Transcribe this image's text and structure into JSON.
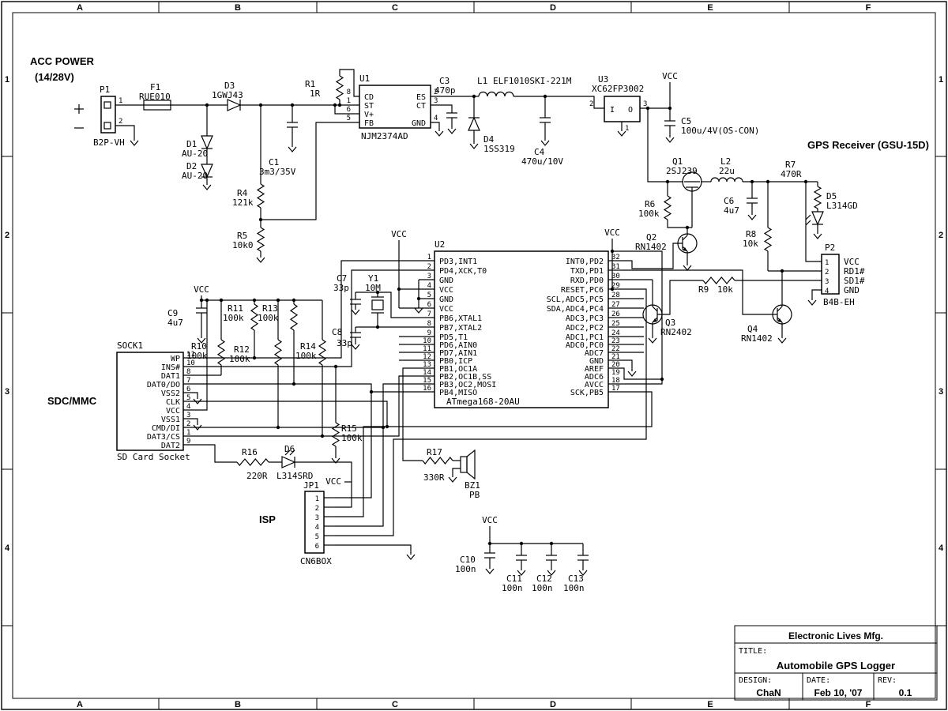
{
  "frame": {
    "cols": [
      "A",
      "B",
      "C",
      "D",
      "E",
      "F"
    ],
    "rows": [
      "1",
      "2",
      "3",
      "4"
    ]
  },
  "title_block": {
    "company": "Electronic Lives Mfg.",
    "title_label": "TITLE:",
    "title": "Automobile GPS Logger",
    "design_label": "DESIGN:",
    "designer": "ChaN",
    "date_label": "DATE:",
    "date": "Feb 10, '07",
    "rev_label": "REV:",
    "rev": "0.1"
  },
  "headers": [
    [
      "ACC POWER",
      38,
      82
    ],
    [
      "(14/28V)",
      44,
      102
    ],
    [
      "GPS Receiver (GSU-15D)",
      1022,
      188
    ],
    [
      "SDC/MMC",
      60,
      512
    ],
    [
      "ISP",
      328,
      662
    ]
  ],
  "labels": [
    [
      "F1",
      190,
      114
    ],
    [
      "RUE010",
      176,
      126
    ],
    [
      "D3",
      284,
      112
    ],
    [
      "1GWJ43",
      268,
      124
    ],
    [
      "D1",
      236,
      186
    ],
    [
      "AU-20",
      230,
      198
    ],
    [
      "D2",
      236,
      214
    ],
    [
      "AU-20",
      230,
      226
    ],
    [
      "C1",
      340,
      209
    ],
    [
      "3m3/35V",
      328,
      221
    ],
    [
      "R4",
      300,
      248
    ],
    [
      "121k",
      294,
      260
    ],
    [
      "R5",
      300,
      302
    ],
    [
      "10k0",
      294,
      314
    ],
    [
      "R1",
      386,
      110
    ],
    [
      "1R",
      392,
      122
    ],
    [
      "C3",
      556,
      106
    ],
    [
      "470p",
      550,
      118
    ],
    [
      "L1",
      604,
      106
    ],
    [
      "ELF1010SKI-221M",
      624,
      106
    ],
    [
      "D4",
      612,
      180
    ],
    [
      "1SS319",
      612,
      192
    ],
    [
      "C4",
      676,
      196
    ],
    [
      "470u/10V",
      660,
      208
    ],
    [
      "C5",
      862,
      157
    ],
    [
      "100u/4V(OS-CON)",
      862,
      169
    ],
    [
      "Q1",
      851,
      208
    ],
    [
      "2SJ239",
      843,
      220
    ],
    [
      "L2",
      912,
      208
    ],
    [
      "22u",
      910,
      220
    ],
    [
      "C6",
      916,
      258
    ],
    [
      "4u7",
      916,
      270
    ],
    [
      "R7",
      994,
      212
    ],
    [
      "470R",
      988,
      224
    ],
    [
      "D5",
      1046,
      252
    ],
    [
      "L314GD",
      1046,
      264
    ],
    [
      "R6",
      816,
      262
    ],
    [
      "100k",
      808,
      274
    ],
    [
      "R8",
      944,
      300
    ],
    [
      "10k",
      940,
      312
    ],
    [
      "Q2",
      818,
      304
    ],
    [
      "RN1402",
      804,
      316
    ],
    [
      "R9",
      884,
      370
    ],
    [
      "10k",
      908,
      370
    ],
    [
      "Q3",
      842,
      412
    ],
    [
      "RN2402",
      836,
      424
    ],
    [
      "Q4",
      946,
      420
    ],
    [
      "RN1402",
      938,
      432
    ],
    [
      "C7",
      426,
      356
    ],
    [
      "33p",
      422,
      368
    ],
    [
      "Y1",
      466,
      356
    ],
    [
      "10M",
      462,
      368
    ],
    [
      "C8",
      420,
      424
    ],
    [
      "33p",
      426,
      438
    ],
    [
      "C9",
      212,
      400
    ],
    [
      "4u7",
      212,
      412
    ],
    [
      "R10",
      242,
      442
    ],
    [
      "100k",
      236,
      454
    ],
    [
      "R11",
      288,
      394
    ],
    [
      "100k",
      282,
      406
    ],
    [
      "R12",
      296,
      446
    ],
    [
      "100k",
      290,
      458
    ],
    [
      "R13",
      332,
      394
    ],
    [
      "100k",
      326,
      406
    ],
    [
      "R14",
      380,
      442
    ],
    [
      "100k",
      374,
      454
    ],
    [
      "R15",
      432,
      546
    ],
    [
      "100k",
      432,
      558
    ],
    [
      "R16",
      306,
      576
    ],
    [
      "220R",
      312,
      606
    ],
    [
      "D6",
      360,
      572
    ],
    [
      "L314SRD",
      350,
      606
    ],
    [
      "R17",
      540,
      576
    ],
    [
      "330R",
      536,
      608
    ],
    [
      "BZ1",
      588,
      618
    ],
    [
      "PB",
      594,
      630
    ],
    [
      "C10",
      582,
      712
    ],
    [
      "100n",
      576,
      724
    ],
    [
      "C11",
      641,
      736
    ],
    [
      "100n",
      635,
      748
    ],
    [
      "C12",
      679,
      736
    ],
    [
      "100n",
      673,
      748
    ],
    [
      "C13",
      719,
      736
    ],
    [
      "100n",
      713,
      748
    ],
    [
      "VCC",
      848,
      100,
      "m"
    ],
    [
      "VCC",
      505,
      300,
      "m"
    ],
    [
      "VCC",
      775,
      298,
      "m"
    ],
    [
      "VCC",
      255,
      370,
      "m"
    ],
    [
      "VCC",
      620,
      662,
      "m"
    ],
    [
      "VCC",
      432,
      613,
      "e"
    ]
  ],
  "ics": {
    "u1": {
      "ref": "U1",
      "part": "NJM2374AD",
      "left": [
        [
          "8",
          "CD"
        ],
        [
          "1",
          "ST"
        ],
        [
          "6",
          "V+"
        ],
        [
          "5",
          "FB"
        ]
      ],
      "right": [
        [
          "2",
          "ES",
          0
        ],
        [
          "3",
          "CT",
          1
        ],
        [
          "4",
          "GND",
          3
        ]
      ]
    },
    "u2": {
      "ref": "U2",
      "part": "ATmega168-20AU",
      "left": [
        [
          "1",
          "PD3,INT1"
        ],
        [
          "2",
          "PD4,XCK,T0"
        ],
        [
          "3",
          "GND"
        ],
        [
          "4",
          "VCC"
        ],
        [
          "5",
          "GND"
        ],
        [
          "6",
          "VCC"
        ],
        [
          "7",
          "PB6,XTAL1"
        ],
        [
          "8",
          "PB7,XTAL2"
        ],
        [
          "9",
          "PD5,T1"
        ],
        [
          "10",
          "PD6,AIN0"
        ],
        [
          "11",
          "PD7,AIN1"
        ],
        [
          "12",
          "PB0,ICP"
        ],
        [
          "13",
          "PB1,OC1A"
        ],
        [
          "14",
          "PB2,OC1B,SS"
        ],
        [
          "15",
          "PB3,OC2,MOSI"
        ],
        [
          "16",
          "PB4,MISO"
        ]
      ],
      "right": [
        [
          "32",
          "INT0,PD2"
        ],
        [
          "31",
          "TXD,PD1"
        ],
        [
          "30",
          "RXD,PD0"
        ],
        [
          "29",
          "RESET,PC6"
        ],
        [
          "28",
          "SCL,ADC5,PC5"
        ],
        [
          "27",
          "SDA,ADC4,PC4"
        ],
        [
          "26",
          "ADC3,PC3"
        ],
        [
          "25",
          "ADC2,PC2"
        ],
        [
          "24",
          "ADC1,PC1"
        ],
        [
          "23",
          "ADC0,PC0"
        ],
        [
          "22",
          "ADC7"
        ],
        [
          "21",
          "GND"
        ],
        [
          "20",
          "AREF"
        ],
        [
          "19",
          "ADC6"
        ],
        [
          "18",
          "AVCC"
        ],
        [
          "17",
          "SCK,PB5"
        ]
      ]
    },
    "u3": {
      "ref": "U3",
      "part": "XC62FP3002",
      "in_label": "I",
      "out_label": "O",
      "pin_in": "2",
      "pin_out": "3",
      "pin_gnd": "1"
    },
    "sock1": {
      "ref": "SOCK1",
      "part": "SD Card Socket",
      "pins": [
        [
          "11",
          "WP"
        ],
        [
          "10",
          "INS#"
        ],
        [
          "8",
          "DAT1"
        ],
        [
          "7",
          "DAT0/DO"
        ],
        [
          "6",
          "VSS2"
        ],
        [
          "5",
          "CLK"
        ],
        [
          "4",
          "VCC"
        ],
        [
          "3",
          "VSS1"
        ],
        [
          "2",
          "CMD/DI"
        ],
        [
          "1",
          "DAT3/CS"
        ],
        [
          "9",
          "DAT2"
        ]
      ]
    },
    "p1": {
      "ref": "P1",
      "part": "B2P-VH",
      "pins": [
        "1",
        "2"
      ]
    },
    "p2": {
      "ref": "P2",
      "part": "B4B-EH",
      "pins": [
        [
          "1",
          "VCC"
        ],
        [
          "2",
          "RD1#"
        ],
        [
          "3",
          "SD1#"
        ],
        [
          "4",
          "GND"
        ]
      ]
    },
    "jp1": {
      "ref": "JP1",
      "part": "CN6BOX",
      "pins": [
        "1",
        "2",
        "3",
        "4",
        "5",
        "6"
      ]
    }
  }
}
